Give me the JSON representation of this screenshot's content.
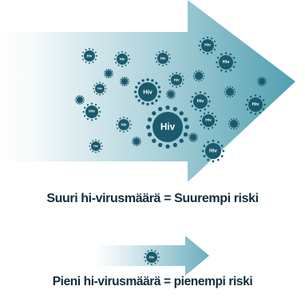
{
  "virus_label": "Hiv",
  "captions": {
    "large": "Suuri hi-virusmäärä = Suurempi riski",
    "small": "Pieni hi-virusmäärä = pienempi riski"
  },
  "colors": {
    "arrow_start": "#ffffff",
    "arrow_end": "#4f9fb0",
    "virus": "#1b5a6e",
    "text": "#0f2d3a"
  },
  "icons": [
    "big-arrow-icon",
    "small-arrow-icon",
    "virus-icon"
  ]
}
